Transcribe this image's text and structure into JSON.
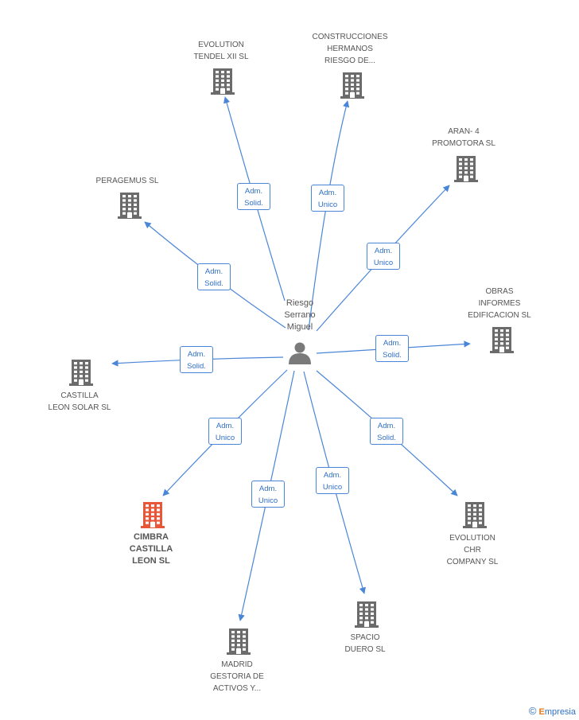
{
  "person": {
    "name": "Riesgo\nSerrano\nMiguel"
  },
  "colors": {
    "edge": "#4a86d8",
    "building": "#6b6b6b",
    "highlight": "#e8573a",
    "person": "#7a7a7a"
  },
  "icons": {
    "company": "building-icon",
    "person": "person-icon"
  },
  "companies": [
    {
      "id": "evolution-tendel",
      "label": "EVOLUTION\nTENDEL XII SL",
      "relation": "Adm.\nSolid.",
      "highlight": false
    },
    {
      "id": "construcciones-hermanos",
      "label": "CONSTRUCCIONES\nHERMANOS\nRIESGO DE...",
      "relation": "Adm.\nUnico",
      "highlight": false
    },
    {
      "id": "aran-4",
      "label": "ARAN- 4\nPROMOTORA SL",
      "relation": "Adm.\nUnico",
      "highlight": false
    },
    {
      "id": "peragemus",
      "label": "PERAGEMUS  SL",
      "relation": "Adm.\nSolid.",
      "highlight": false
    },
    {
      "id": "obras-informes",
      "label": "OBRAS\nINFORMES\nEDIFICACION  SL",
      "relation": "Adm.\nSolid.",
      "highlight": false
    },
    {
      "id": "castilla-leon-solar",
      "label": "CASTILLA\nLEON SOLAR SL",
      "relation": "Adm.\nSolid.",
      "highlight": false
    },
    {
      "id": "cimbra",
      "label": "CIMBRA\nCASTILLA\nLEON SL",
      "relation": "Adm.\nUnico",
      "highlight": true
    },
    {
      "id": "madrid-gestoria",
      "label": "MADRID\nGESTORIA DE\nACTIVOS Y...",
      "relation": "Adm.\nUnico",
      "highlight": false
    },
    {
      "id": "spacio-duero",
      "label": "SPACIO\nDUERO SL",
      "relation": "Adm.\nUnico",
      "highlight": false
    },
    {
      "id": "evolution-chr",
      "label": "EVOLUTION\nCHR\nCOMPANY SL",
      "relation": "Adm.\nSolid.",
      "highlight": false
    }
  ],
  "footer": {
    "copyright": "©",
    "brand_first": "E",
    "brand_rest": "mpresia"
  }
}
